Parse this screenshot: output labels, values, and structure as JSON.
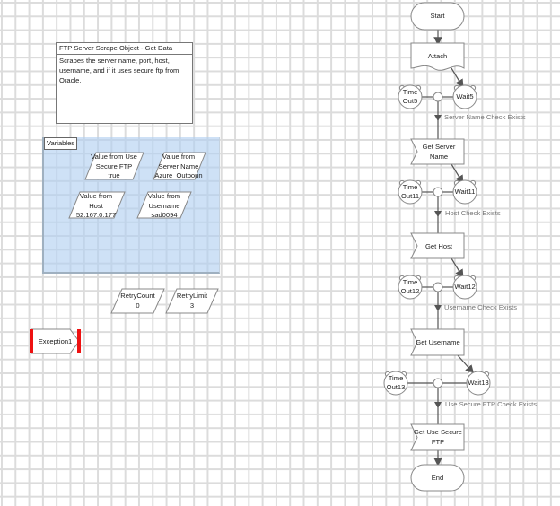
{
  "note": {
    "title": "FTP Server Scrape Object - Get Data",
    "body": "Scrapes the server name, port, host, username, and if it uses secure ftp from Oracle."
  },
  "variables_block": {
    "label": "Variables",
    "items": [
      {
        "line1": "Value from Use",
        "line2": "Secure FTP",
        "value": "true"
      },
      {
        "line1": "Value from",
        "line2": "Server Name",
        "value": "Azure_Outboun"
      },
      {
        "line1": "Value from",
        "line2": "Host",
        "value": "52.167.0.177"
      },
      {
        "line1": "Value from",
        "line2": "Username",
        "value": "sad0094"
      }
    ]
  },
  "data_items": [
    {
      "name": "RetryCount",
      "value": "0"
    },
    {
      "name": "RetryLimit",
      "value": "3"
    }
  ],
  "exception": {
    "label": "Exception1",
    "accent_color": "#ee1111"
  },
  "flow": {
    "start": "Start",
    "end": "End",
    "attach": "Attach",
    "actions": [
      {
        "line1": "Get Server",
        "line2": "Name"
      },
      {
        "line1": "Get Host",
        "line2": ""
      },
      {
        "line1": "Get Username",
        "line2": ""
      },
      {
        "line1": "Get Use Secure",
        "line2": "FTP"
      }
    ],
    "waits": [
      {
        "timeout_line1": "Time",
        "timeout_line2": "Out5",
        "wait": "Wait5",
        "check": "Server Name Check Exists"
      },
      {
        "timeout_line1": "Time",
        "timeout_line2": "Out11",
        "wait": "Wait11",
        "check": "Host Check Exists"
      },
      {
        "timeout_line1": "Time",
        "timeout_line2": "Out12",
        "wait": "Wait12",
        "check": "Username Check Exists"
      },
      {
        "timeout_line1": "Time",
        "timeout_line2": "Out13",
        "wait": "Wait13",
        "check": "Use Secure FTP Check Exists"
      }
    ]
  },
  "colors": {
    "shape_stroke": "#888888",
    "connector": "#555555",
    "variables_fill": "#cfe2f6",
    "edge_label": "#777777"
  }
}
